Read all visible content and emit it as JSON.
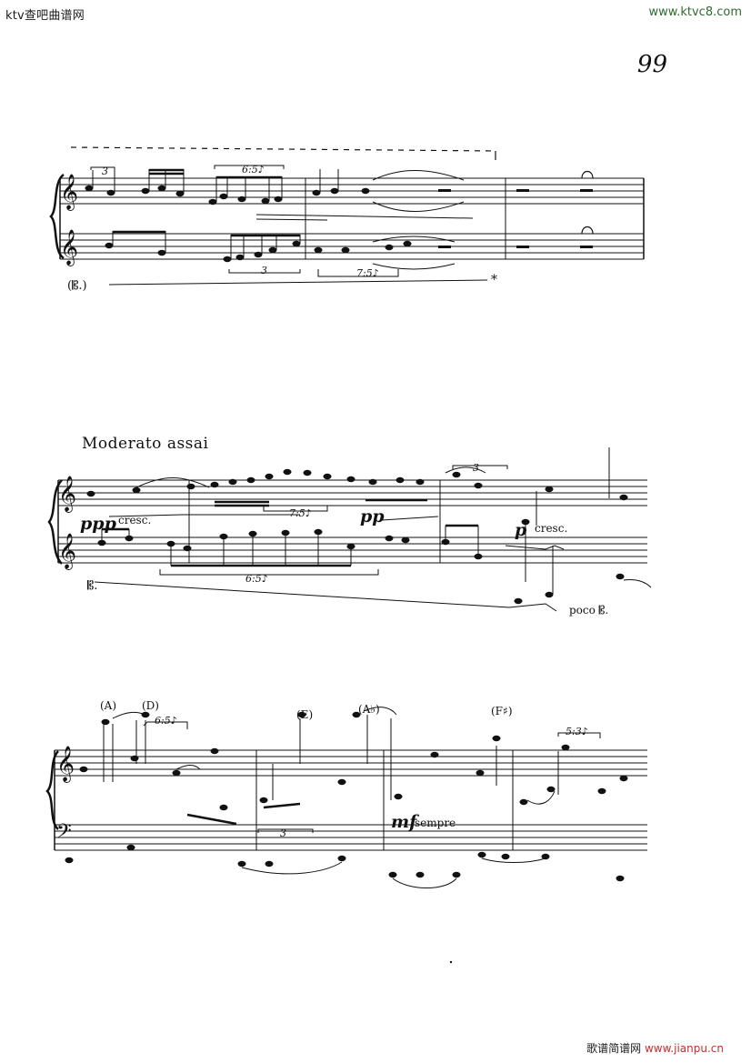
{
  "watermark": {
    "left": "ktv查吧曲谱网",
    "right": "www.ktvc8.com",
    "bottom_prefix": "歌谱简谱网",
    "bottom_url": "www.jianpu.cn"
  },
  "page_number": "99",
  "systems": [
    {
      "id": "system-1",
      "tuplets": [
        "3",
        "6:5♪",
        "7:5♪",
        "3"
      ],
      "pedal_start": "(𝄡.)",
      "pedal_end": "*"
    },
    {
      "id": "system-2",
      "tempo": "Moderato assai",
      "dynamics": [
        "ppp",
        "pp",
        "p"
      ],
      "expressions": [
        "cresc.",
        "cresc.",
        "poco 𝄡."
      ],
      "tuplets": [
        "7:5♪",
        "6:5♪",
        "3"
      ],
      "pedal_start": "𝄡."
    },
    {
      "id": "system-3",
      "chord_labels": [
        "(A)",
        "(D)",
        "(E)",
        "(A♭)",
        "(F♯)"
      ],
      "tuplets": [
        "6:5♪",
        "3",
        "5:3♪"
      ],
      "dynamic": "mf",
      "expression": "sempre"
    }
  ]
}
